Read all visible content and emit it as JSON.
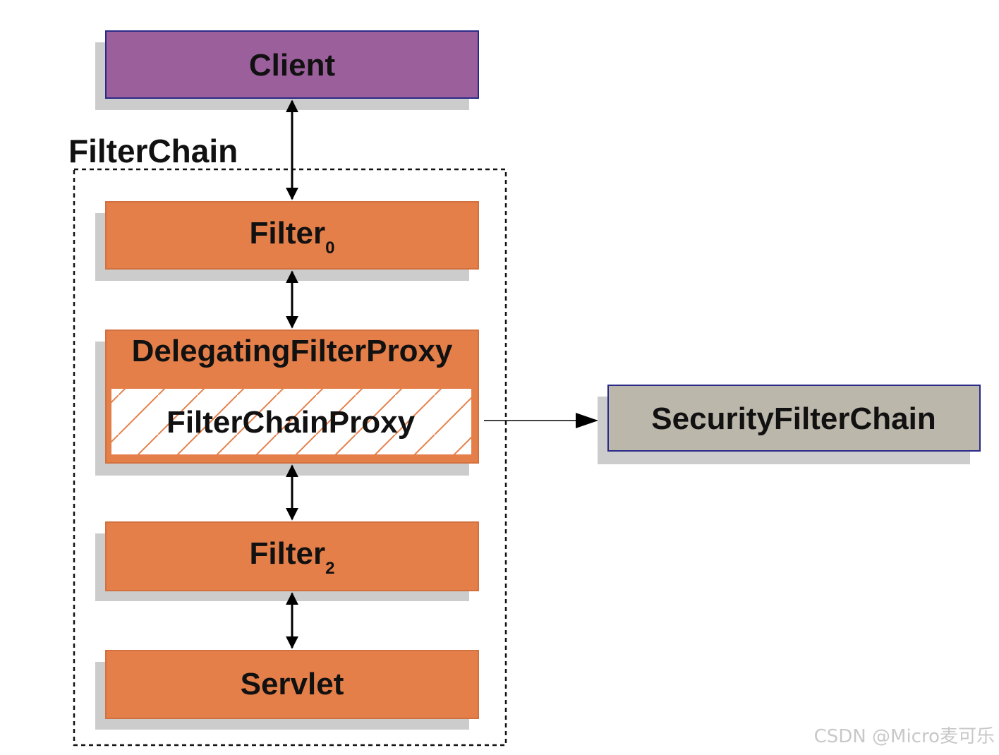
{
  "diagram": {
    "chain_label": "FilterChain",
    "nodes": {
      "client": {
        "label": "Client",
        "fill": "#9b609c"
      },
      "filter0": {
        "label": "Filter",
        "subscript": "0",
        "fill": "#e57f4a"
      },
      "delegating": {
        "label": "DelegatingFilterProxy",
        "fill": "#e57f4a"
      },
      "filterchainproxy": {
        "label": "FilterChainProxy",
        "fill": "#ffffff",
        "pattern": "hatched"
      },
      "filter2": {
        "label": "Filter",
        "subscript": "2",
        "fill": "#e57f4a"
      },
      "servlet": {
        "label": "Servlet",
        "fill": "#e57f4a"
      },
      "securityfilterchain": {
        "label": "SecurityFilterChain",
        "fill": "#bcb7ab"
      }
    },
    "edges": [
      {
        "from": "client",
        "to": "filter0",
        "direction": "both"
      },
      {
        "from": "filter0",
        "to": "delegating",
        "direction": "both"
      },
      {
        "from": "delegating",
        "to": "filter2",
        "direction": "both"
      },
      {
        "from": "filter2",
        "to": "servlet",
        "direction": "both"
      },
      {
        "from": "filterchainproxy",
        "to": "securityfilterchain",
        "direction": "forward"
      }
    ]
  },
  "watermark": "CSDN @Micro麦可乐"
}
